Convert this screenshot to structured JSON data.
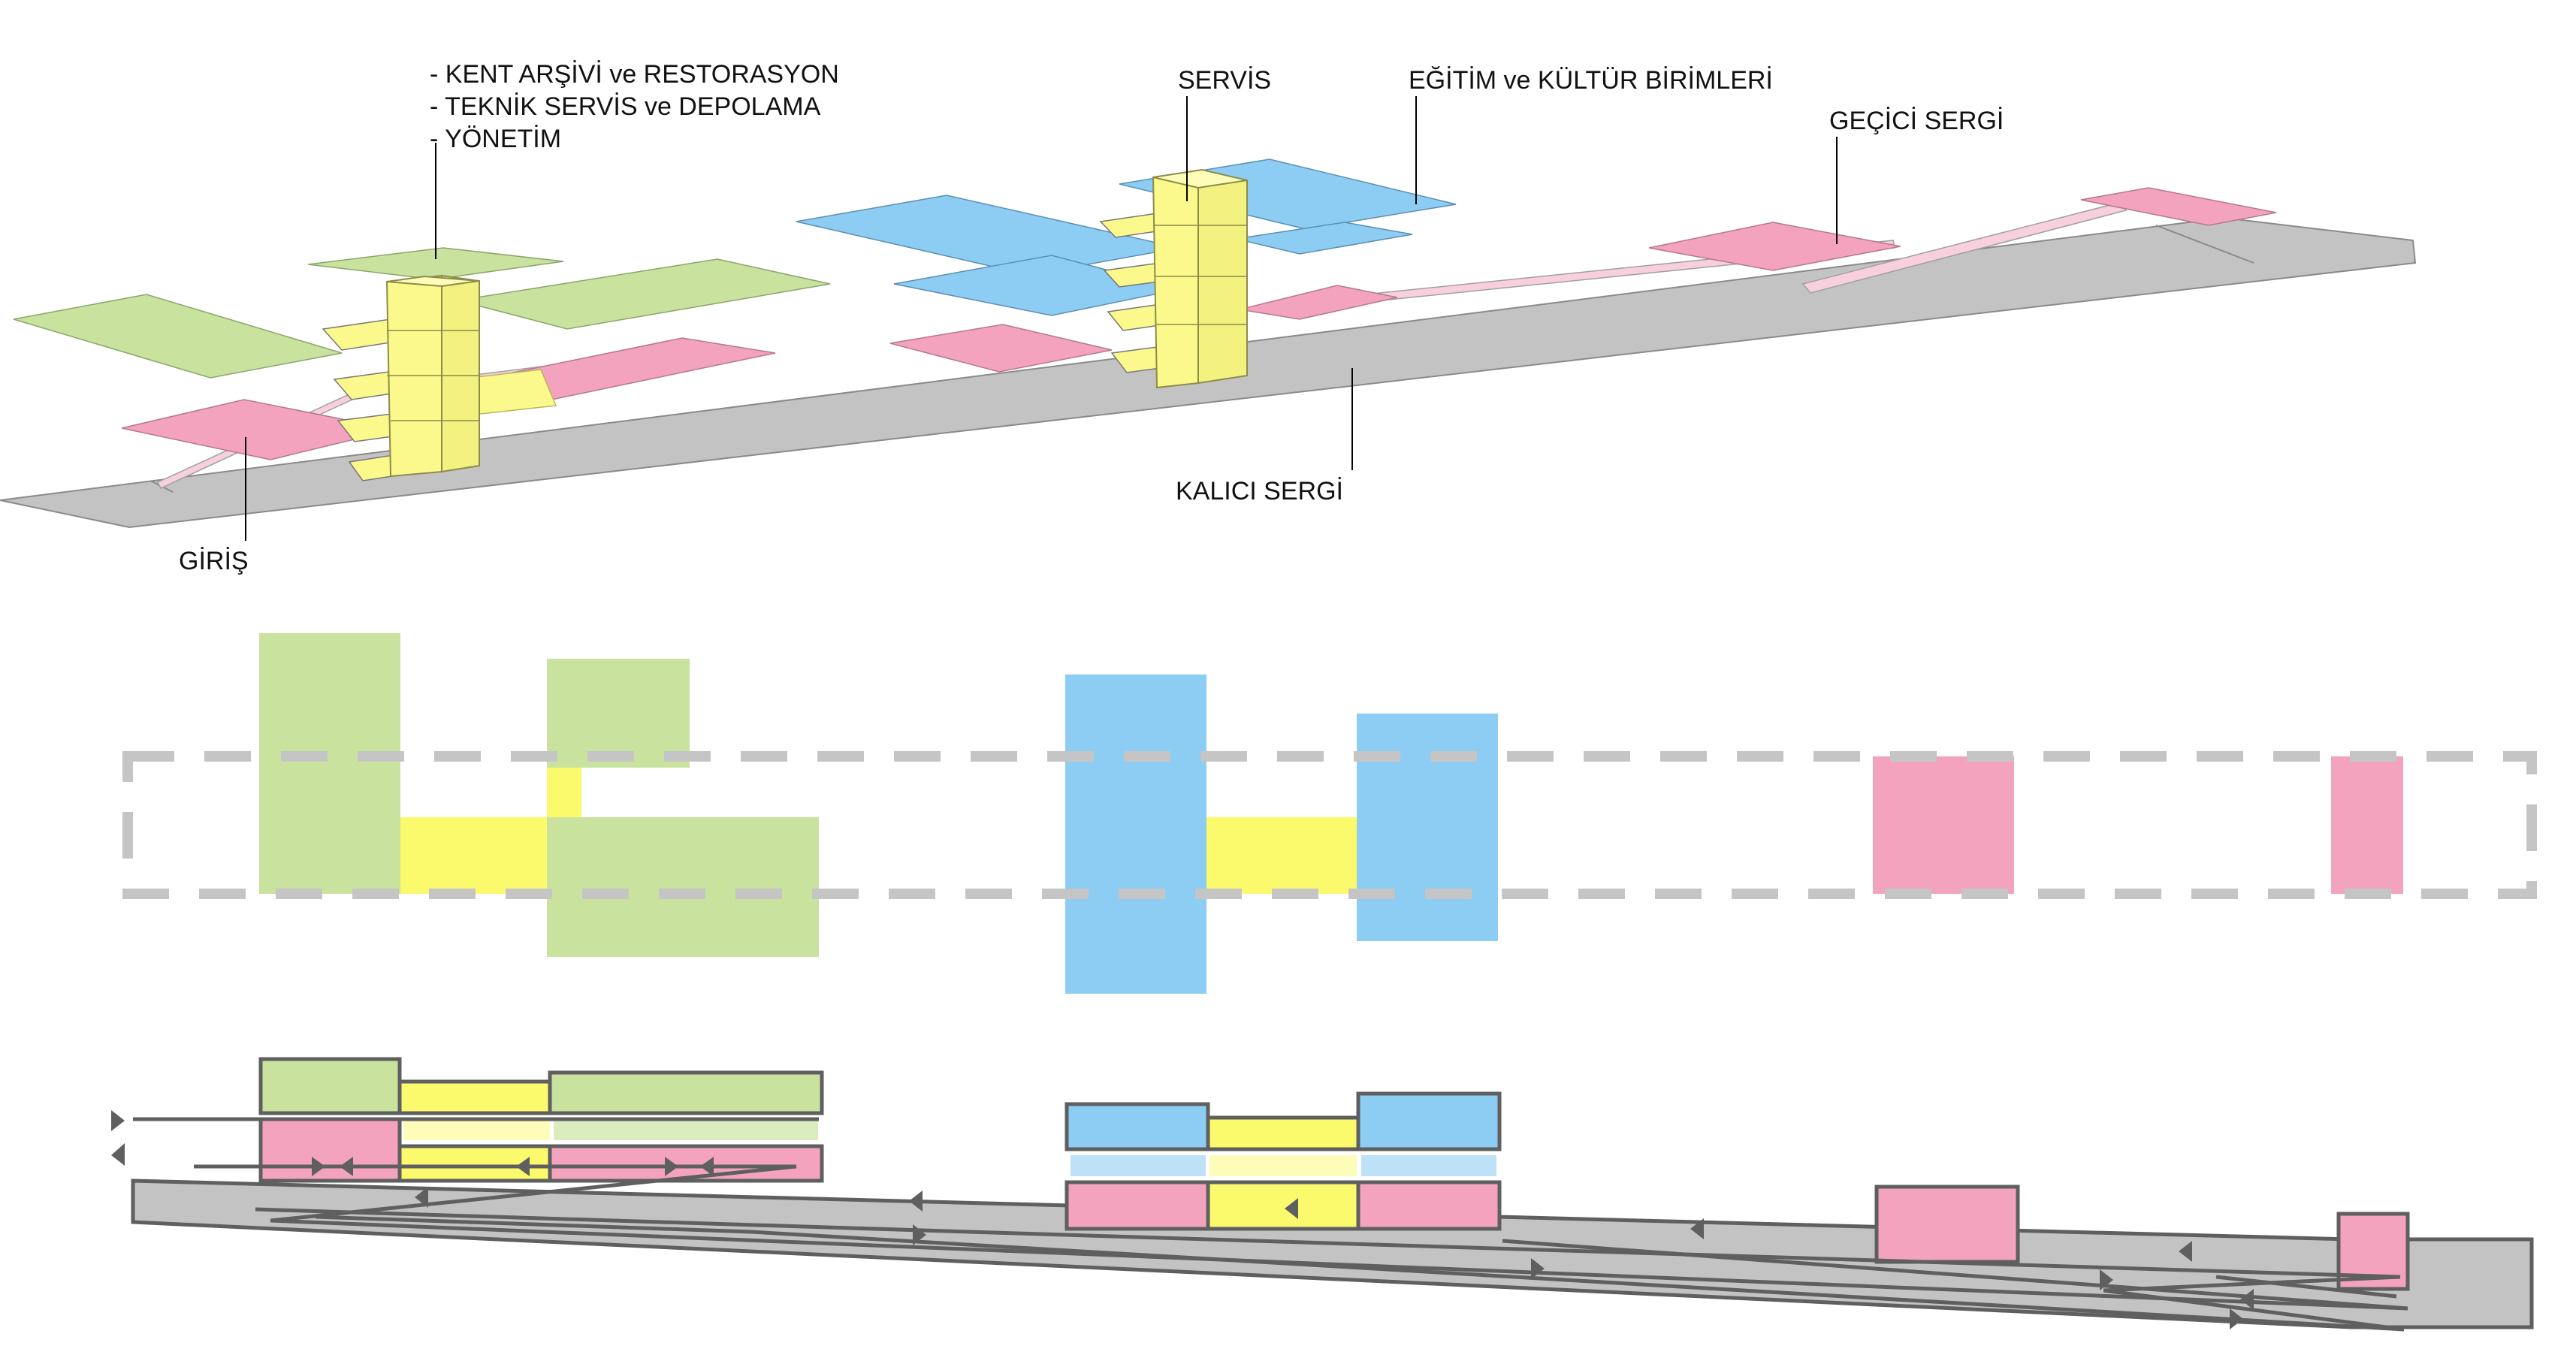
{
  "labels": {
    "archive_line1": "- KENT ARŞİVİ ve RESTORASYON",
    "archive_line2": "- TEKNİK SERVİS ve DEPOLAMA",
    "archive_line3": "- YÖNETİM",
    "service": "SERVİS",
    "education": "EĞİTİM ve KÜLTÜR BİRİMLERİ",
    "temporary": "GEÇİCİ SERGİ",
    "entrance": "GİRİŞ",
    "permanent": "KALICI SERGİ"
  },
  "colors": {
    "green": "#c9e29e",
    "yellow": "#fbf98b",
    "yellow_strong": "#fbf96c",
    "blue": "#8ecdf3",
    "pink": "#f4a3bf",
    "grey_floor": "#c3c3c3",
    "dashed_outline": "#c5c5c5",
    "outline": "#5f5f5f"
  }
}
